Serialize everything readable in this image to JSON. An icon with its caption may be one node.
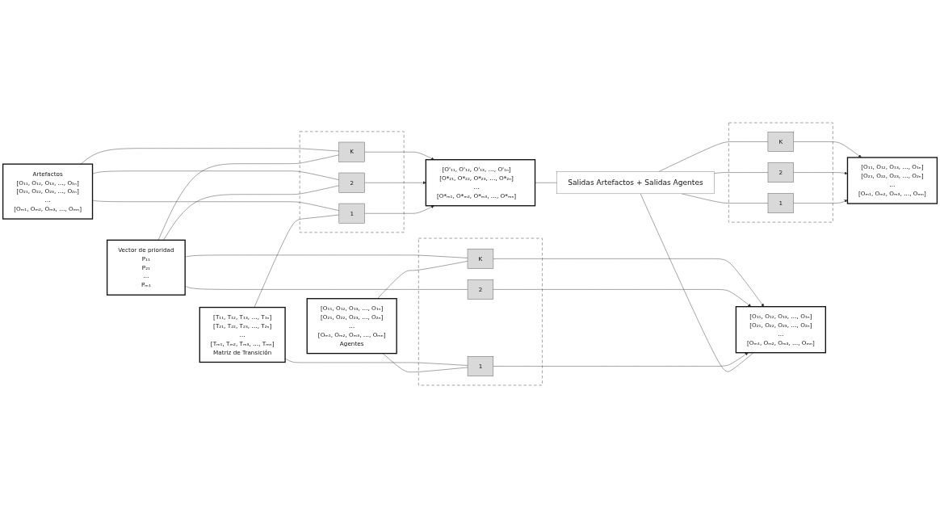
{
  "diagram": {
    "nodes": [
      {
        "text": [
          "Artefactos",
          "[O₁₁, O₁₂, O₁₃, …, O₁ₙ]",
          "[O₂₁, O₂₂, O₂₃, …, O₂ₙ]",
          "…",
          "[Oₘ₁, Oₘ₂, Oₘ₃, …, Oₘₙ]"
        ]
      },
      {
        "text": [
          "Vector de prioridad",
          "P₁₁",
          "P₂₁",
          "…",
          "Pₘ₁"
        ]
      },
      {
        "text": [
          "[T₁₁, T₁₂, T₁₃, …, T₁ₙ]",
          "[T₂₁, T₂₂, T₂₃, …, T₂ₙ]",
          "…",
          "[Tₘ₁, Tₘ₂, Tₘ₃, …, Tₘₙ]",
          "Matriz de Transición"
        ]
      },
      {
        "text": [
          "[O₁₁, O₁₂, O₁₃, …, O₁ₙ]",
          "[O₂₁, O₂₂, O₂₃, …, O₂ₙ]",
          "…",
          "[Oₘ₁, Oₘ₂, Oₘ₃, …, Oₘₙ]",
          "Agentes"
        ]
      },
      {
        "text": [],
        "shape": "box"
      },
      {
        "text": [
          "K"
        ],
        "in": 4
      },
      {
        "text": [
          "2"
        ],
        "in": 4
      },
      {
        "text": [
          "1"
        ],
        "in": 4
      },
      {
        "text": [
          "[O'₁₁, O'₁₂, O'₁₃, …, O'₁ₙ]",
          "[O*₂₁, O*₂₂, O*₂₃, …, O*₂ₙ]",
          "…",
          "[O*ₘ₁, O*ₘ₂, O*ₘ₃, …, O*ₘₙ]"
        ]
      },
      {
        "text": [
          "Salidas Artefactos + Salidas Agentes"
        ]
      },
      {
        "text": [],
        "shape": "box"
      },
      {
        "text": [
          "K"
        ],
        "in": 10
      },
      {
        "text": [
          "2"
        ],
        "in": 10
      },
      {
        "text": [
          "1"
        ],
        "in": 10
      },
      {
        "text": [
          "[O₁₁, O₁₂, O₁₃, …, O₁ₙ]",
          "[O₂₁, O₂₂, O₂₃, …, O₂ₙ]",
          "…",
          "[Oₘ₁, Oₘ₂, Oₘ₃, …, Oₘₙ]"
        ]
      },
      {
        "text": [],
        "shape": "box"
      },
      {
        "text": [
          "K"
        ],
        "in": 15
      },
      {
        "text": [
          "2"
        ],
        "in": 15
      },
      {
        "text": [
          "1"
        ],
        "in": 15
      },
      {
        "text": [
          "[O₁₁, O₁₂, O₁₃, …, O₁ₙ]",
          "[O₂₁, O₂₂, O₂₃, …, O₂ₙ]",
          "…",
          "[Oₘ₁, Oₘ₂, Oₘ₃, …, Oₘₙ]"
        ]
      }
    ],
    "edges": [
      {
        "from": 0,
        "to": 5,
        "arrow": "none"
      },
      {
        "from": 0,
        "to": 6,
        "arrow": "none"
      },
      {
        "from": 0,
        "to": 7,
        "arrow": "none"
      },
      {
        "from": 1,
        "to": 5,
        "arrow": "none"
      },
      {
        "from": 1,
        "to": 6,
        "arrow": "none"
      },
      {
        "from": 2,
        "to": 7,
        "arrow": "none"
      },
      {
        "from": 1,
        "to": 11,
        "arrow": "none"
      },
      {
        "from": 1,
        "to": 12,
        "arrow": "none"
      },
      {
        "from": 2,
        "to": 13,
        "arrow": "none"
      },
      {
        "from": 3,
        "to": 11,
        "arrow": "none"
      },
      {
        "from": 3,
        "to": 13,
        "arrow": "none"
      },
      {
        "from": 5,
        "to": 8,
        "arrow": "to"
      },
      {
        "from": 6,
        "to": 8,
        "arrow": "to"
      },
      {
        "from": 7,
        "to": 8,
        "arrow": "to"
      },
      {
        "from": 11,
        "to": 14,
        "arrow": "to"
      },
      {
        "from": 12,
        "to": 14,
        "arrow": "to"
      },
      {
        "from": 13,
        "to": 14,
        "arrow": "to"
      },
      {
        "from": 8,
        "to": 9,
        "arrow": "none"
      },
      {
        "from": 9,
        "to": 14,
        "arrow": "none"
      },
      {
        "from": 9,
        "to": 16,
        "arrow": "none"
      },
      {
        "from": 9,
        "to": 17,
        "arrow": "none"
      },
      {
        "from": 9,
        "to": 18,
        "arrow": "none"
      },
      {
        "from": 16,
        "to": 19,
        "arrow": "to"
      },
      {
        "from": 17,
        "to": 19,
        "arrow": "to"
      },
      {
        "from": 18,
        "to": 19,
        "arrow": "to"
      }
    ]
  }
}
